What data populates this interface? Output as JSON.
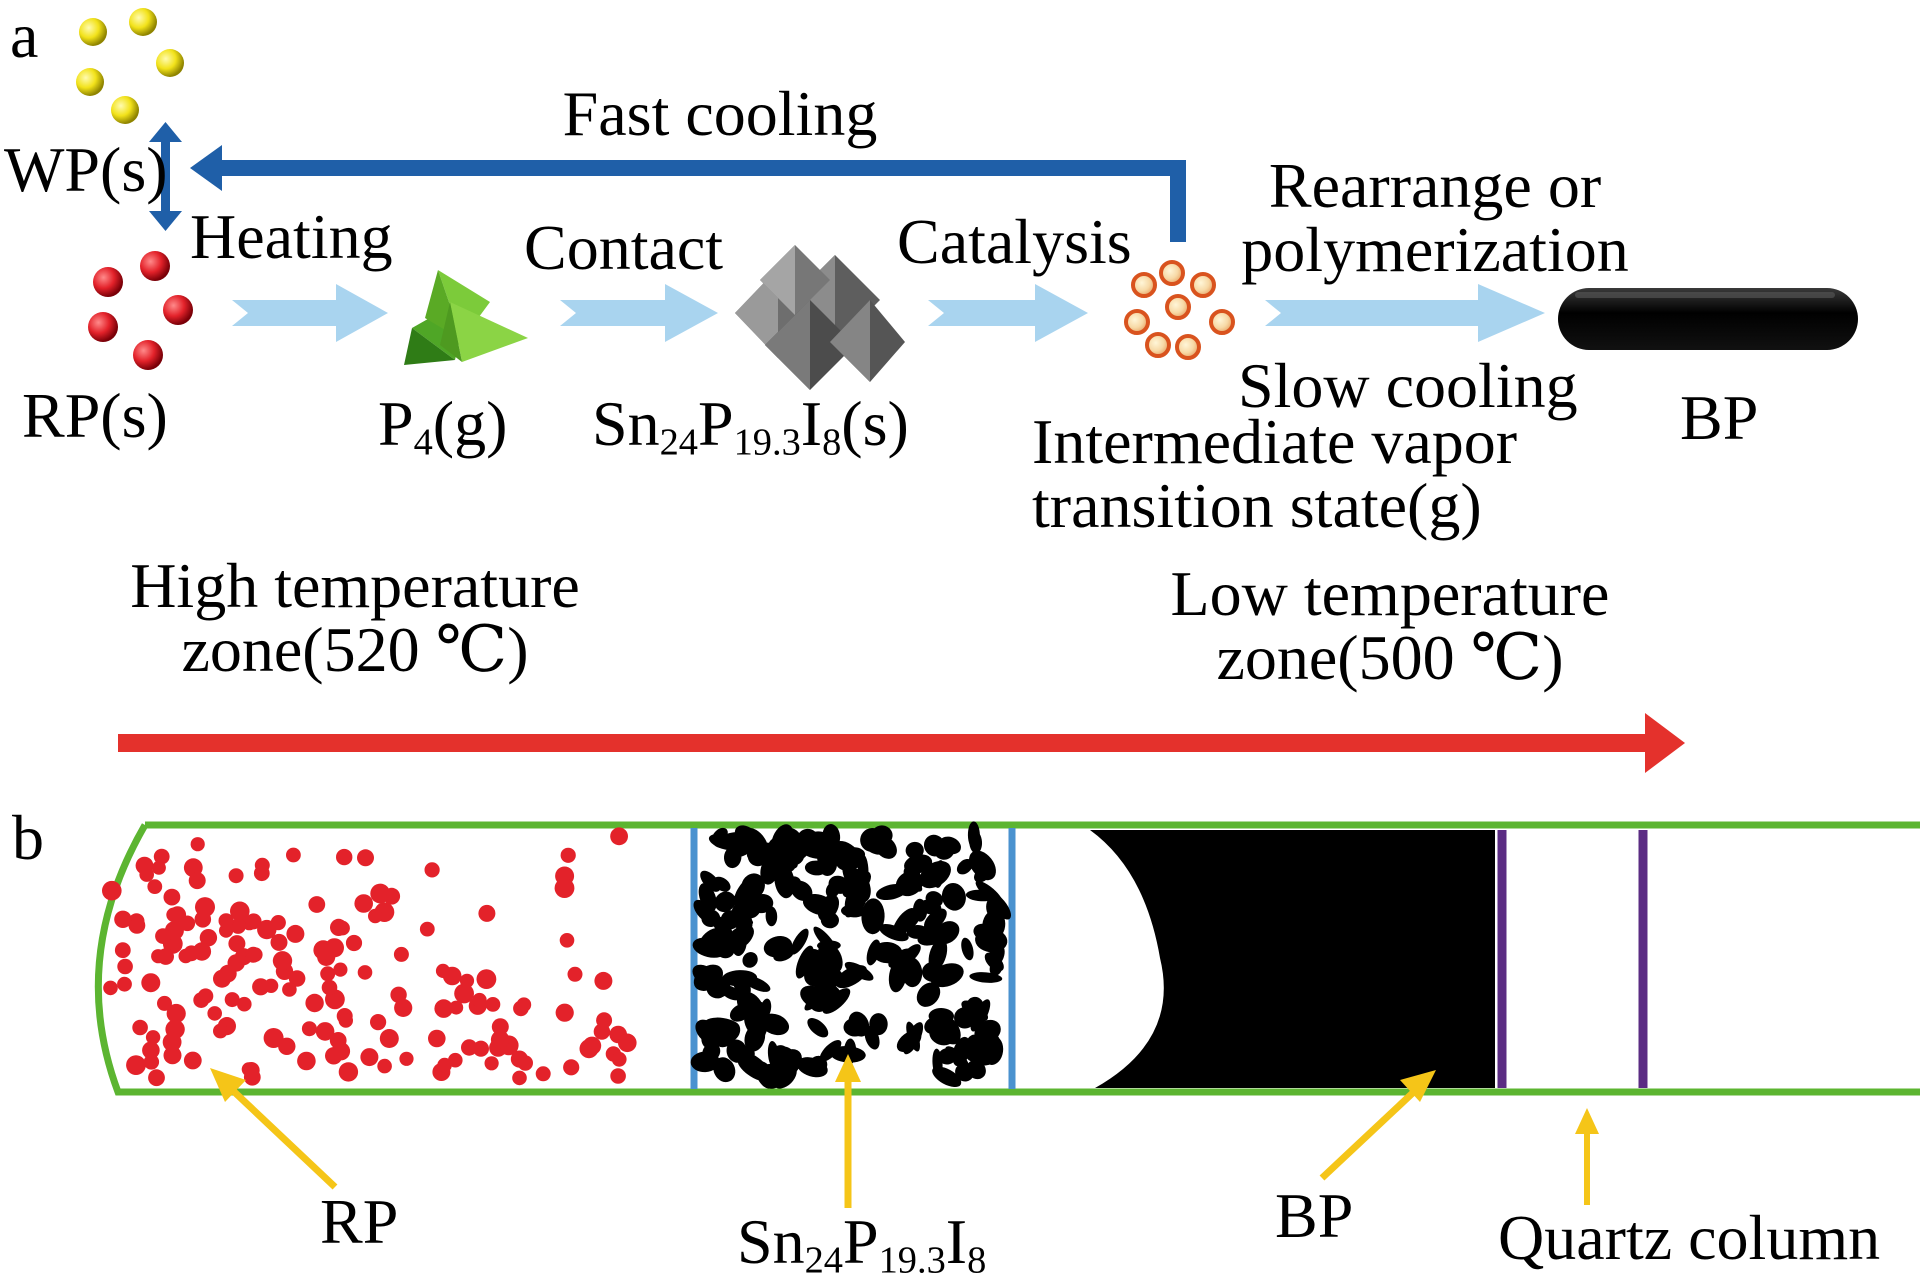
{
  "panel_a": {
    "label": "a",
    "fast_cooling": "Fast cooling",
    "wp": "WP(s)",
    "heating": "Heating",
    "contact": "Contact",
    "catalysis": "Catalysis",
    "rearrange_line1": "Rearrange or",
    "rearrange_line2": "polymerization",
    "slow_cooling": "Slow cooling",
    "rp": "RP(s)",
    "p4": {
      "main": "P",
      "sub": "4",
      "tail": "(g)"
    },
    "sn_solid": {
      "a": "Sn",
      "a_sub": "24",
      "b": "P",
      "b_sub": "19.3",
      "c": "I",
      "c_sub": "8",
      "tail": "(s)"
    },
    "intermediate_line1": "Intermediate vapor",
    "intermediate_line2": "transition state(g)",
    "bp": "BP",
    "high_zone_line1": "High temperature",
    "high_zone_line2": "zone(520 ℃)",
    "low_zone_line1": "Low temperature",
    "low_zone_line2": "zone(500 ℃)"
  },
  "panel_b": {
    "label": "b",
    "rp": "RP",
    "sn": {
      "a": "Sn",
      "a_sub": "24",
      "b": "P",
      "b_sub": "19.3",
      "c": "I",
      "c_sub": "8"
    },
    "bp": "BP",
    "quartz": "Quartz column"
  },
  "colors": {
    "white_p": "#f2e21a",
    "red_p": "#e3222a",
    "light_arrow": "#a9d4ef",
    "blue_arrow": "#1f5fa8",
    "red_arrow": "#e4312c",
    "tube": "#5cb531",
    "sn_wall": "#4a92cf",
    "quartz_wall": "#5b2c83",
    "pointer": "#f5c518"
  }
}
